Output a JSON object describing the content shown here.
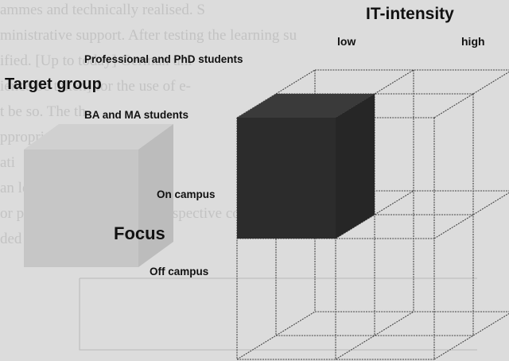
{
  "background_text": {
    "lines": [
      "ammes and technically realised. S",
      "ministrative support. After testing the learning su",
      "ified. [Up to today] German uni",
      "ience be taken] for the use of e-",
      "t be so. The th",
      "ppropriate value chain (6)",
      "ati",
      "an  learning  with other unive",
      "or  providers could our the respective con",
      "ded  (c in 5)"
    ]
  },
  "diagram": {
    "it_intensity_title": "IT-intensity",
    "it_low": "low",
    "it_high": "high",
    "target_group_title": "Target group",
    "target_professional": "Professional and PhD students",
    "target_ba_ma": "BA and MA students",
    "focus_title": "Focus",
    "focus_on_campus": "On campus",
    "focus_off_campus": "Off campus",
    "highlighted_cell": [
      "BA and MA students",
      "low",
      "On campus"
    ]
  },
  "colors": {
    "page_background": "#dcdcdc",
    "highlight_cube": "#2a2a2a",
    "grid_lines": "#444444",
    "ghost_cube": "#c8c8c8",
    "label_text": "#111111"
  }
}
